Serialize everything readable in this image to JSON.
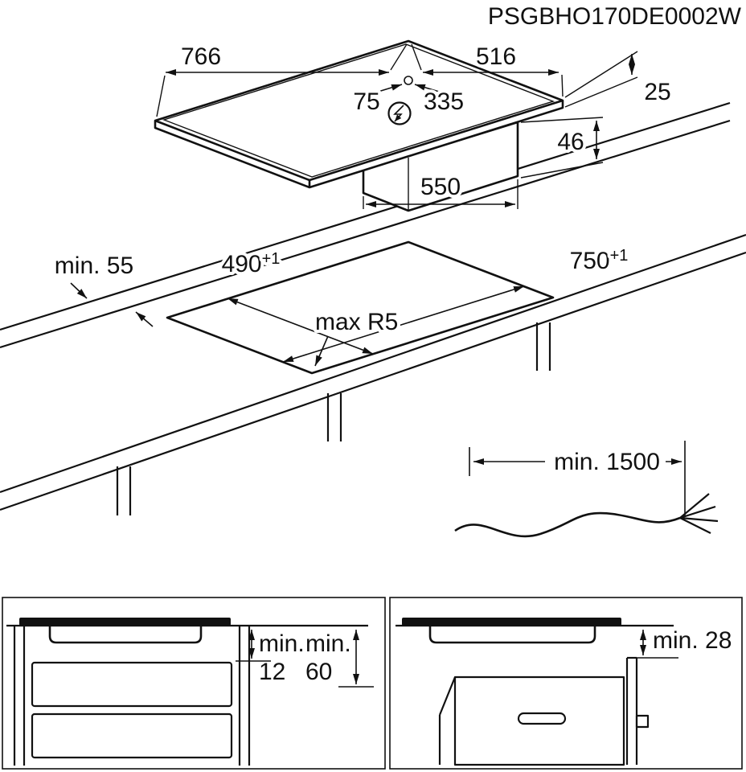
{
  "title": "PSGBHO170DE0002W",
  "colors": {
    "line": "#111111",
    "background": "#ffffff"
  },
  "top_view": {
    "hob_width": "766",
    "hob_depth": "516",
    "cable_offset_a": "75",
    "cable_offset_b": "335",
    "hob_thickness": "25",
    "box_height": "46",
    "box_width": "550"
  },
  "cutout_view": {
    "edge_clearance": "min. 55",
    "cutout_depth": "490",
    "cutout_depth_tolerance": "+1",
    "cutout_width": "750",
    "cutout_width_tolerance": "+1",
    "corner_radius": "max R5"
  },
  "cable_view": {
    "cable_length": "min. 1500"
  },
  "drawer_panel": {
    "min_label_1": "min.",
    "gap_1": "12",
    "min_label_2": "min.",
    "gap_2": "60"
  },
  "oven_panel": {
    "clearance": "min. 28"
  }
}
